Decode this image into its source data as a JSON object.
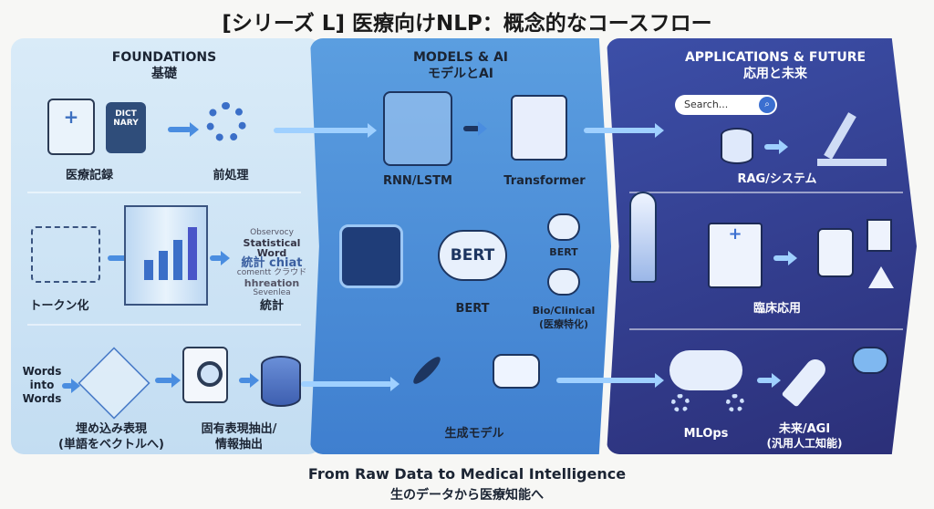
{
  "title": "[シリーズ L] 医療向けNLP：概念的なコースフロー",
  "sections": {
    "foundations": {
      "title": "FOUNDATIONS",
      "subtitle": "基礎",
      "items": {
        "records": "医療記録",
        "dict_icon": "DICT NARY",
        "preprocess": "前処理",
        "tokenize": "トークン化",
        "stats": "統計",
        "words_into": "Words into Words",
        "embed": "埋め込み表現",
        "embed_sub": "(単語をベクトルへ)",
        "ner": "固有表現抽出/",
        "ie": "情報抽出"
      },
      "word_cloud": [
        "Observocy",
        "Statistical Word",
        "統計 chiat",
        "comentt クラウド",
        "hhreation",
        "Sevenlea"
      ]
    },
    "models": {
      "title": "MODELS & AI",
      "subtitle": "モデルとAI",
      "items": {
        "rnn": "RNN/LSTM",
        "transformer": "Transformer",
        "bert": "BERT",
        "bert_icon": "BERT",
        "bert_small": "BERT",
        "bio": "Bio/Clinical",
        "bio_sub": "(医療特化)",
        "gen": "生成モデル"
      }
    },
    "apps": {
      "title": "APPLICATIONS & FUTURE",
      "subtitle": "応用と未来",
      "search_placeholder": "Search...",
      "items": {
        "rag": "RAG/システム",
        "clinical": "臨床応用",
        "mlops": "MLOps",
        "agi": "未来/AGI",
        "agi_sub": "(汎用人工知能)"
      }
    }
  },
  "footer": {
    "en": "From Raw Data to Medical Intelligence",
    "ja": "生のデータから医療知能へ"
  }
}
